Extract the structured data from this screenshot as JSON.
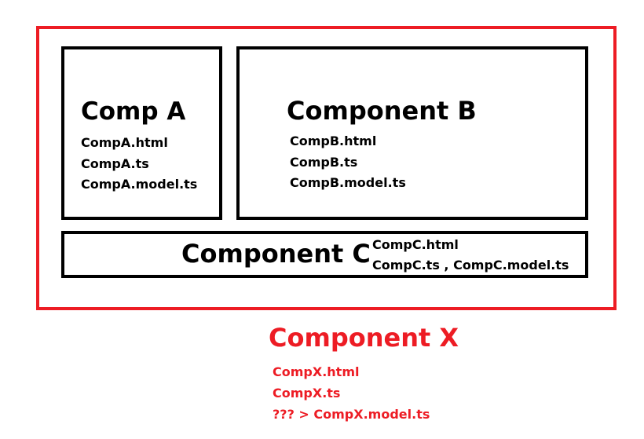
{
  "colors": {
    "outer_border": "#ed1c24",
    "inner_border": "#000000",
    "text_black": "#000000",
    "text_red": "#ed1c24"
  },
  "component_a": {
    "title": "Comp A",
    "files": [
      "CompA.html",
      "CompA.ts",
      "CompA.model.ts"
    ]
  },
  "component_b": {
    "title": "Component B",
    "files": [
      "CompB.html",
      "CompB.ts",
      "CompB.model.ts"
    ]
  },
  "component_c": {
    "title": "Component C",
    "files": [
      "CompC.html",
      "CompC.ts , CompC.model.ts"
    ]
  },
  "component_x": {
    "title": "Component X",
    "files": [
      "CompX.html",
      "CompX.ts",
      "??? > CompX.model.ts"
    ]
  }
}
